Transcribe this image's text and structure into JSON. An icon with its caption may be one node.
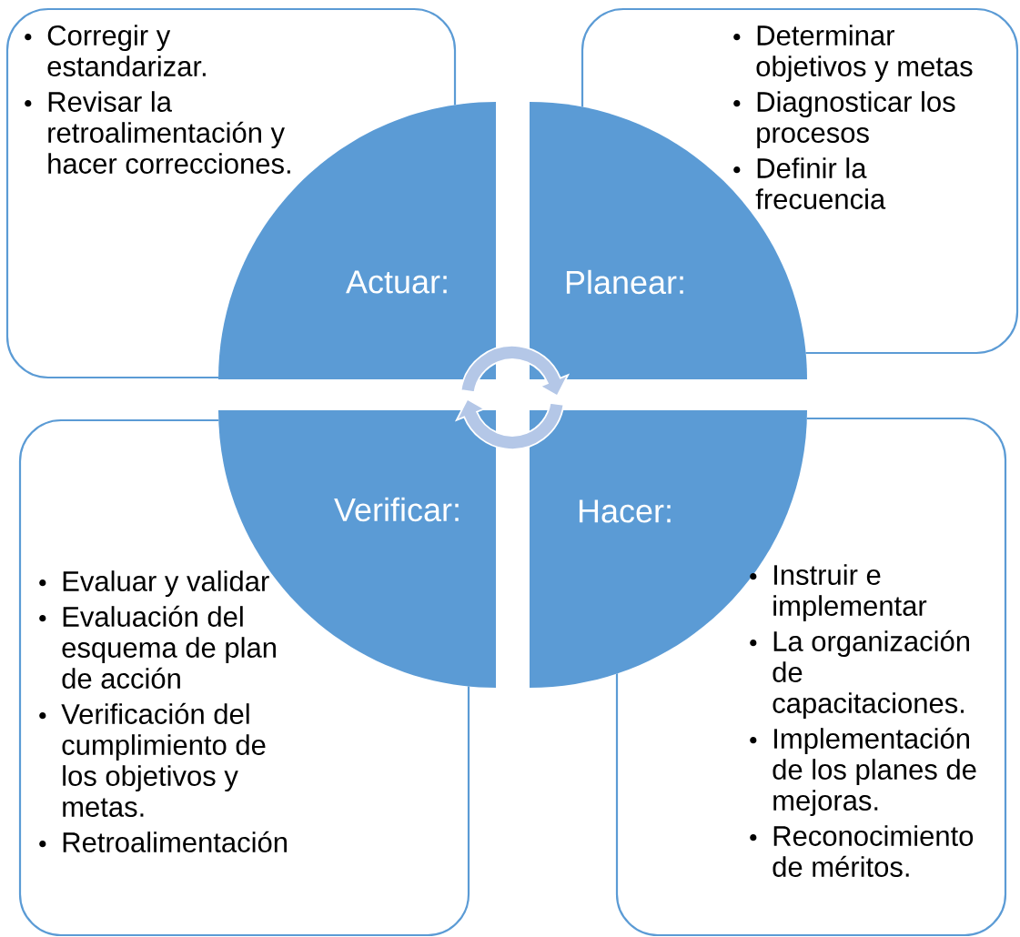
{
  "diagram": {
    "nodes": [
      {
        "text": [
          "Corregir y estandarizar.",
          "Revisar la retroalimentación y hacer correcciones."
        ]
      },
      {
        "text": [
          "Determinar objetivos y metas",
          "Diagnosticar los procesos",
          "Definir la frecuencia"
        ]
      },
      {
        "text": [
          "Actuar:"
        ]
      },
      {
        "text": [
          "Planear:"
        ]
      },
      {
        "text": [
          "Verificar:"
        ]
      },
      {
        "text": [
          "Hacer:"
        ]
      },
      {
        "text": [
          "Evaluar y validar",
          "Evaluación del esquema de plan de acción",
          "Verificación del cumplimiento de los objetivos y metas.",
          "Retroalimentación"
        ]
      },
      {
        "text": [
          "Instruir e implementar",
          "La organización de capacitaciones.",
          "Implementación de los planes de mejoras.",
          "Reconocimiento de méritos."
        ]
      }
    ]
  }
}
